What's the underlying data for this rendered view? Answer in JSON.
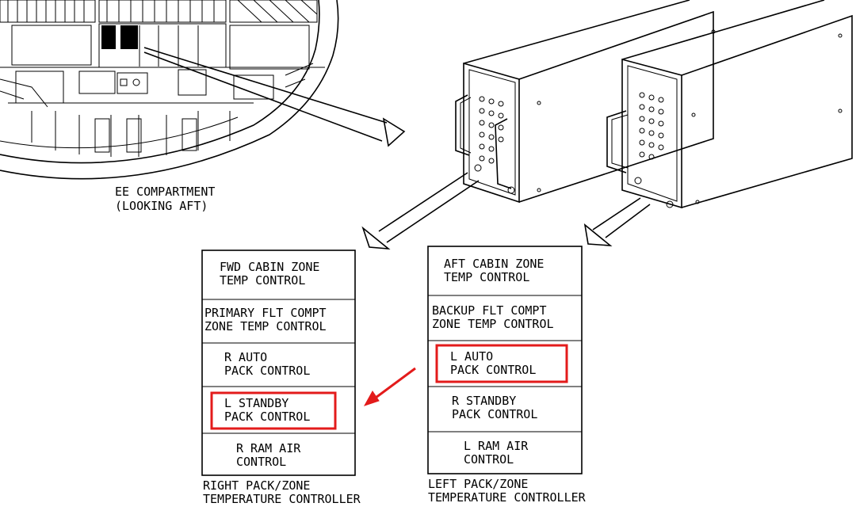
{
  "compartment": {
    "title_line1": "EE COMPARTMENT",
    "title_line2": "(LOOKING AFT)"
  },
  "right_controller": {
    "caption_line1": "RIGHT PACK/ZONE",
    "caption_line2": "TEMPERATURE CONTROLLER",
    "cards": [
      {
        "line1": "FWD CABIN ZONE",
        "line2": "TEMP CONTROL",
        "highlighted": false
      },
      {
        "line1": "PRIMARY FLT COMPT",
        "line2": "ZONE TEMP CONTROL",
        "highlighted": false
      },
      {
        "line1": "R AUTO",
        "line2": "PACK CONTROL",
        "highlighted": false
      },
      {
        "line1": "L STANDBY",
        "line2": "PACK CONTROL",
        "highlighted": true
      },
      {
        "line1": "R RAM AIR",
        "line2": "CONTROL",
        "highlighted": false
      }
    ]
  },
  "left_controller": {
    "caption_line1": "LEFT PACK/ZONE",
    "caption_line2": "TEMPERATURE CONTROLLER",
    "cards": [
      {
        "line1": "AFT CABIN ZONE",
        "line2": "TEMP CONTROL",
        "highlighted": false
      },
      {
        "line1": "BACKUP FLT COMPT",
        "line2": "ZONE TEMP CONTROL",
        "highlighted": false
      },
      {
        "line1": "L AUTO",
        "line2": "PACK CONTROL",
        "highlighted": true
      },
      {
        "line1": "R STANDBY",
        "line2": "PACK CONTROL",
        "highlighted": false
      },
      {
        "line1": "L RAM AIR",
        "line2": "CONTROL",
        "highlighted": false
      }
    ]
  },
  "colors": {
    "highlight": "#e31b1b",
    "line": "#000000"
  }
}
